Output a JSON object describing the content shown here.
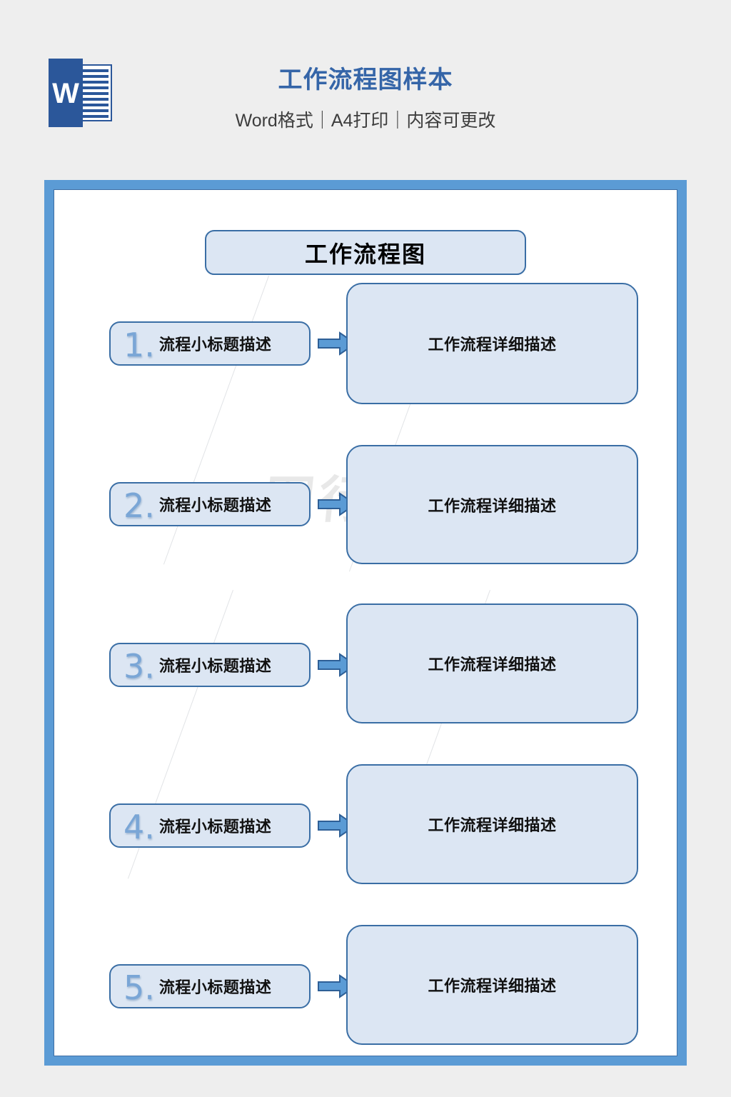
{
  "header": {
    "logo_icon": "word-document-icon",
    "logo_letter": "W",
    "title": "工作流程图样本",
    "subtitle": "Word格式｜A4打印｜内容可更改",
    "title_color": "#3565a8",
    "subtitle_color": "#3d3d3d"
  },
  "page": {
    "border_color": "#5b9bd5",
    "background": "#ffffff",
    "watermark": "图行天下"
  },
  "diagram": {
    "title": "工作流程图",
    "shape_fill": "#dce6f3",
    "shape_border": "#3a6ea5",
    "number_color": "#7aa6d6",
    "arrow_fill": "#5b9bd5",
    "arrow_border": "#2e5f96",
    "arrow_icon": "right-arrow-icon",
    "steps": [
      {
        "number": "1.",
        "label": "流程小标题描述",
        "detail": "工作流程详细描述"
      },
      {
        "number": "2.",
        "label": "流程小标题描述",
        "detail": "工作流程详细描述"
      },
      {
        "number": "3.",
        "label": "流程小标题描述",
        "detail": "工作流程详细描述"
      },
      {
        "number": "4.",
        "label": "流程小标题描述",
        "detail": "工作流程详细描述"
      },
      {
        "number": "5.",
        "label": "流程小标题描述",
        "detail": "工作流程详细描述"
      }
    ]
  }
}
